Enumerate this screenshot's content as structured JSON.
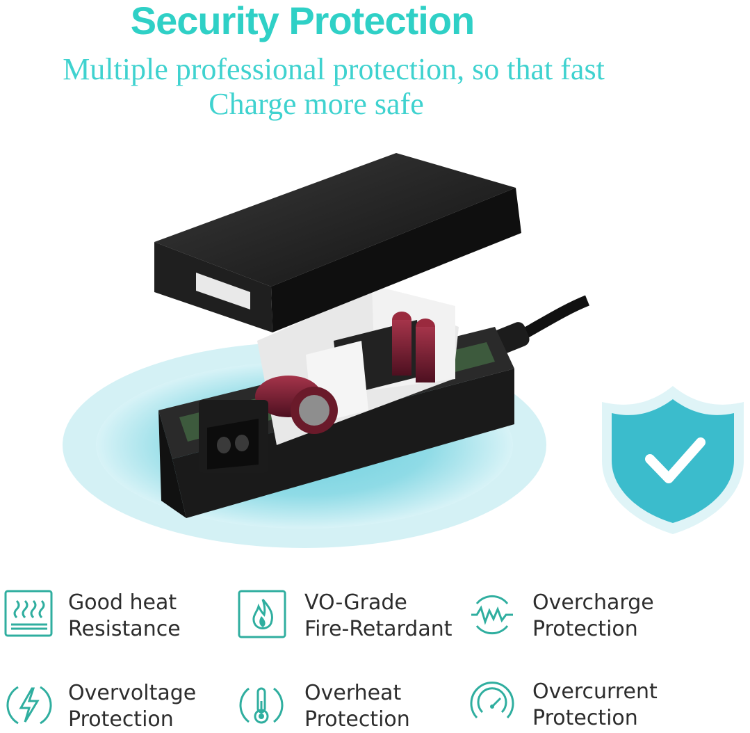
{
  "header": {
    "title": "Security Protection",
    "subtitle_line1": "Multiple professional protection, so that fast",
    "subtitle_line2": "Charge more safe"
  },
  "colors": {
    "accent": "#2fd0c6",
    "shield": "#3bbccc",
    "icon": "#2fae9f",
    "text": "#2d2d2d"
  },
  "features": [
    {
      "icon": "heat-resistance-icon",
      "line1": "Good heat",
      "line2": "Resistance"
    },
    {
      "icon": "fire-retardant-icon",
      "line1": "VO-Grade",
      "line2": "Fire-Retardant"
    },
    {
      "icon": "overcharge-icon",
      "line1": "Overcharge",
      "line2": "Protection"
    },
    {
      "icon": "overvoltage-icon",
      "line1": "Overvoltage",
      "line2": "Protection"
    },
    {
      "icon": "thermometer-icon",
      "line1": "Overheat",
      "line2": "Protection"
    },
    {
      "icon": "gauge-icon",
      "line1": "Overcurrent",
      "line2": "Protection"
    }
  ]
}
